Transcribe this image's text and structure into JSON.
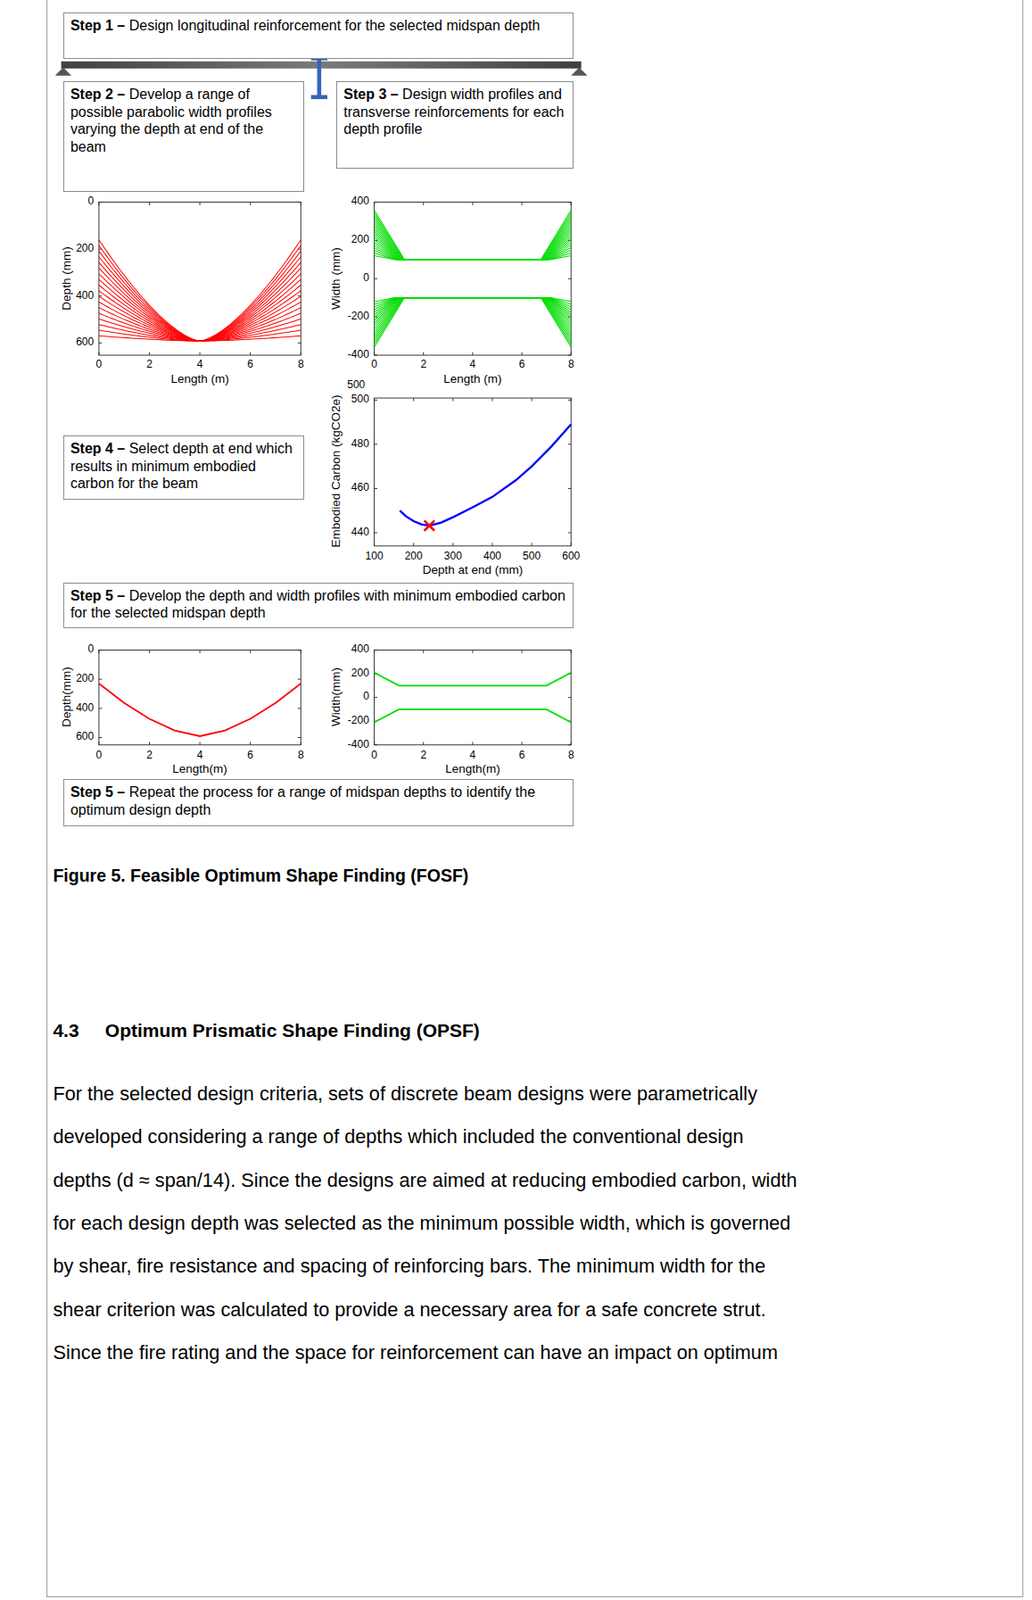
{
  "diagram": {
    "caption": "Figure 5. Feasible Optimum Shape Finding (FOSF)",
    "nodes": [
      {
        "text": [
          "Step 1 – Design longitudinal reinforcement for the selected midspan depth"
        ]
      },
      {
        "text": [
          "Step 2 – Develop a range of possible parabolic width profiles varying the depth at end of the beam"
        ]
      },
      {
        "text": [
          "Step 3 – Design width profiles and transverse reinforcements for each depth profile"
        ]
      },
      {
        "text": [
          "Step 4 – Select depth at end which results in minimum embodied carbon for the beam"
        ]
      },
      {
        "text": [
          "Step 5 – Develop the depth and width profiles with minimum embodied carbon for the selected midspan depth"
        ]
      },
      {
        "text": [
          "Step 5 – Repeat the process for a range of midspan depths to identify the optimum design depth"
        ]
      }
    ],
    "labels": [
      "0",
      "200",
      "400",
      "600",
      "0",
      "2",
      "4",
      "6",
      "8",
      "Length (m)",
      "Depth (mm)",
      "400",
      "200",
      "0",
      "-200",
      "-400",
      "0",
      "2",
      "4",
      "6",
      "8",
      "Length (m)",
      "Width (mm)",
      "500",
      "500",
      "480",
      "460",
      "440",
      "100",
      "200",
      "300",
      "400",
      "500",
      "600",
      "Depth at end (mm)",
      "Embodied Carbon (kgCO2e)",
      "0",
      "200",
      "400",
      "600",
      "0",
      "2",
      "4",
      "6",
      "8",
      "Length(m)",
      "Depth(mm)",
      "400",
      "200",
      "0",
      "-200",
      "-400",
      "0",
      "2",
      "4",
      "6",
      "8",
      "Length(m)",
      "Width(mm)",
      "4.3     Optimum Prismatic Shape Finding (OPSF)",
      "For the selected design criteria, sets of discrete beam designs were parametrically",
      "developed considering a range of depths which included the conventional design",
      "depths (d ≈ span/14). Since the designs are aimed at reducing embodied carbon, width",
      "for each design depth was selected as the minimum possible width, which is governed",
      "by shear, fire resistance and spacing of reinforcing bars. The minimum width for the",
      "shear criterion was calculated to provide a necessary area for a safe concrete strut.",
      "Since the fire rating and the space for reinforcement can have an impact on optimum"
    ]
  }
}
